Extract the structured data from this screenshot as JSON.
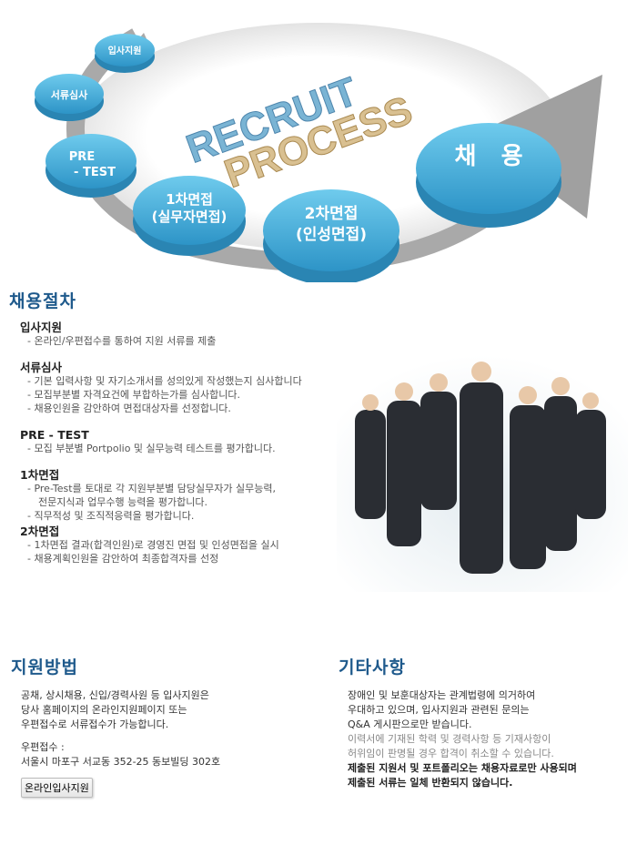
{
  "hero": {
    "title_line1": "RECRUIT",
    "title_line2": "PROCESS",
    "steps": [
      {
        "label": "입사지원"
      },
      {
        "label": "서류심사"
      },
      {
        "line1": "PRE",
        "line2": "- TEST"
      },
      {
        "line1": "1차면접",
        "line2": "(실무자면접)"
      },
      {
        "line1": "2차면접",
        "line2": "(인성면접)"
      },
      {
        "label": "채   용"
      }
    ]
  },
  "process": {
    "heading": "채용절차",
    "sections": [
      {
        "title": "입사지원",
        "lines": [
          "- 온라인/우편접수를 통하여 지원 서류를 제출"
        ]
      },
      {
        "title": "서류심사",
        "lines": [
          "- 기본 입력사항 및 자기소개서를 성의있게 작성했는지 심사합니다",
          "- 모집부분별 자격요건에 부합하는가를 심사합니다.",
          "- 채용인원을 감안하여 면접대상자를 선정합니다."
        ]
      },
      {
        "title": "PRE - TEST",
        "lines": [
          "- 모집 부분별 Portpolio 및 실무능력 테스트를 평가합니다."
        ]
      },
      {
        "title": "1차면접",
        "lines": [
          "- Pre-Test를 토대로 각 지원부분별 담당실무자가 실무능력,",
          "전문지식과 업무수행 능력을 평가합니다.",
          "- 직무적성 및 조직적응력을 평가합니다."
        ]
      },
      {
        "title": "2차면접",
        "lines": [
          "- 1차면접 결과(합격인원)로 경영진 면접 및 인성면접을 실시",
          "- 채용계획인원을 감안하여 최종합격자를 선정"
        ]
      }
    ]
  },
  "apply": {
    "heading": "지원방법",
    "lines": [
      "공채, 상시채용, 신입/경력사원 등 입사지원은",
      "당사 홈페이지의 온라인지원페이지 또는",
      "우편접수로 서류접수가 가능합니다."
    ],
    "mail_label": "우편접수 :",
    "address": "서울시 마포구 서교동 352-25 동보빌딩 302호",
    "button": "온라인입사지원"
  },
  "etc": {
    "heading": "기타사항",
    "lines": [
      "장애인 및 보훈대상자는 관계법령에 의거하여",
      "우대하고 있으며, 입사지원과 관련된 문의는",
      "Q&A 게시판으로만 받습니다."
    ],
    "gray_lines": [
      "이력서에 기재된 학력 및 경력사항 등 기재사항이",
      "허위임이 판명될 경우 합격이 취소할 수 있습니다."
    ],
    "bold_lines": [
      "제출된 지원서 및 포트폴리오는 채용자료로만 사용되며",
      "제출된 서류는 일체 반환되지 않습니다."
    ]
  },
  "colors": {
    "accent": "#1f5a8c",
    "disk": "#3aa6d6"
  }
}
